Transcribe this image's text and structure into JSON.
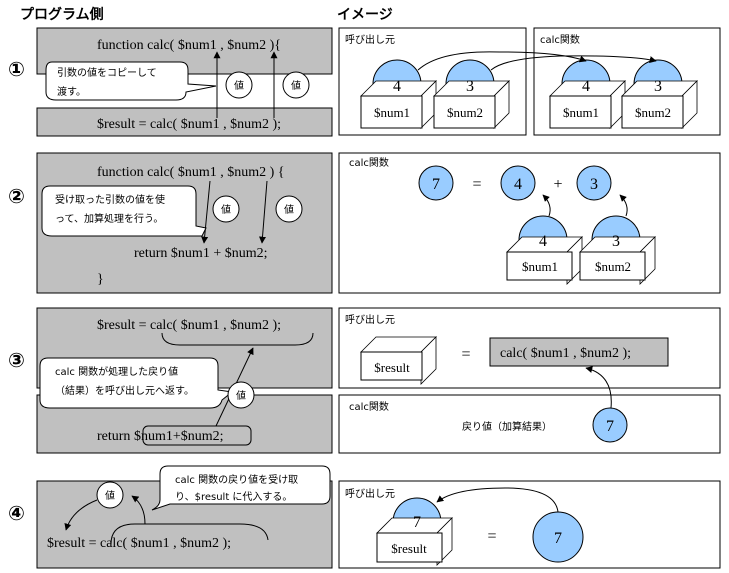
{
  "headers": {
    "program_side": "プログラム側",
    "image_side": "イメージ"
  },
  "colors": {
    "code_panel": "#c0c0c0",
    "value_ball": "#99ccff",
    "border": "#000000"
  },
  "steps": [
    {
      "marker": "①",
      "code": {
        "function_line": "function calc( $num1 , $num2 ){",
        "call_line": "$result = calc( $num1 , $num2 );"
      },
      "callout": [
        "引数の値をコピーして",
        "渡す。"
      ],
      "value_badges": [
        "値",
        "値"
      ],
      "image": {
        "caller_label": "呼び出し元",
        "callee_label": "calc関数",
        "caller_vars": [
          {
            "name": "$num1",
            "value": "4"
          },
          {
            "name": "$num2",
            "value": "3"
          }
        ],
        "callee_vars": [
          {
            "name": "$num1",
            "value": "4"
          },
          {
            "name": "$num2",
            "value": "3"
          }
        ]
      }
    },
    {
      "marker": "②",
      "code": {
        "function_line": "function calc( $num1 , $num2 ) {",
        "return_line": "return $num1 + $num2;",
        "close_brace": "}"
      },
      "callout": [
        "受け取った引数の値を使",
        "って、加算処理を行う。"
      ],
      "value_badges": [
        "値",
        "値"
      ],
      "image": {
        "label": "calc関数",
        "result": "7",
        "equals": "=",
        "plus": "+",
        "operands": [
          "4",
          "3"
        ],
        "vars": [
          {
            "name": "$num1",
            "value": "4"
          },
          {
            "name": "$num2",
            "value": "3"
          }
        ]
      }
    },
    {
      "marker": "③",
      "code": {
        "call_line_prefix": "$result = ",
        "call_line_expr": "calc( $num1 , $num2 );",
        "return_prefix": "return ",
        "return_expr": "$num1+$num2;"
      },
      "callout": [
        "calc 関数が処理した戻り値",
        "（結果）を呼び出し元へ返す。"
      ],
      "value_badge": "値",
      "image": {
        "caller_label": "呼び出し元",
        "result_var": "$result",
        "equals": "=",
        "call_expr": "calc( $num1 , $num2 );",
        "callee_label": "calc関数",
        "return_caption": "戻り値（加算結果）",
        "return_value": "7"
      }
    },
    {
      "marker": "④",
      "code": {
        "call_line_prefix": "$result = ",
        "call_line_expr": "calc( $num1 , $num2 );"
      },
      "callout": [
        "calc 関数の戻り値を受け取",
        "り、$result に代入する。"
      ],
      "value_badge": "値",
      "image": {
        "caller_label": "呼び出し元",
        "result_var": "$result",
        "stored_value": "7",
        "equals": "=",
        "return_value": "7"
      }
    }
  ]
}
